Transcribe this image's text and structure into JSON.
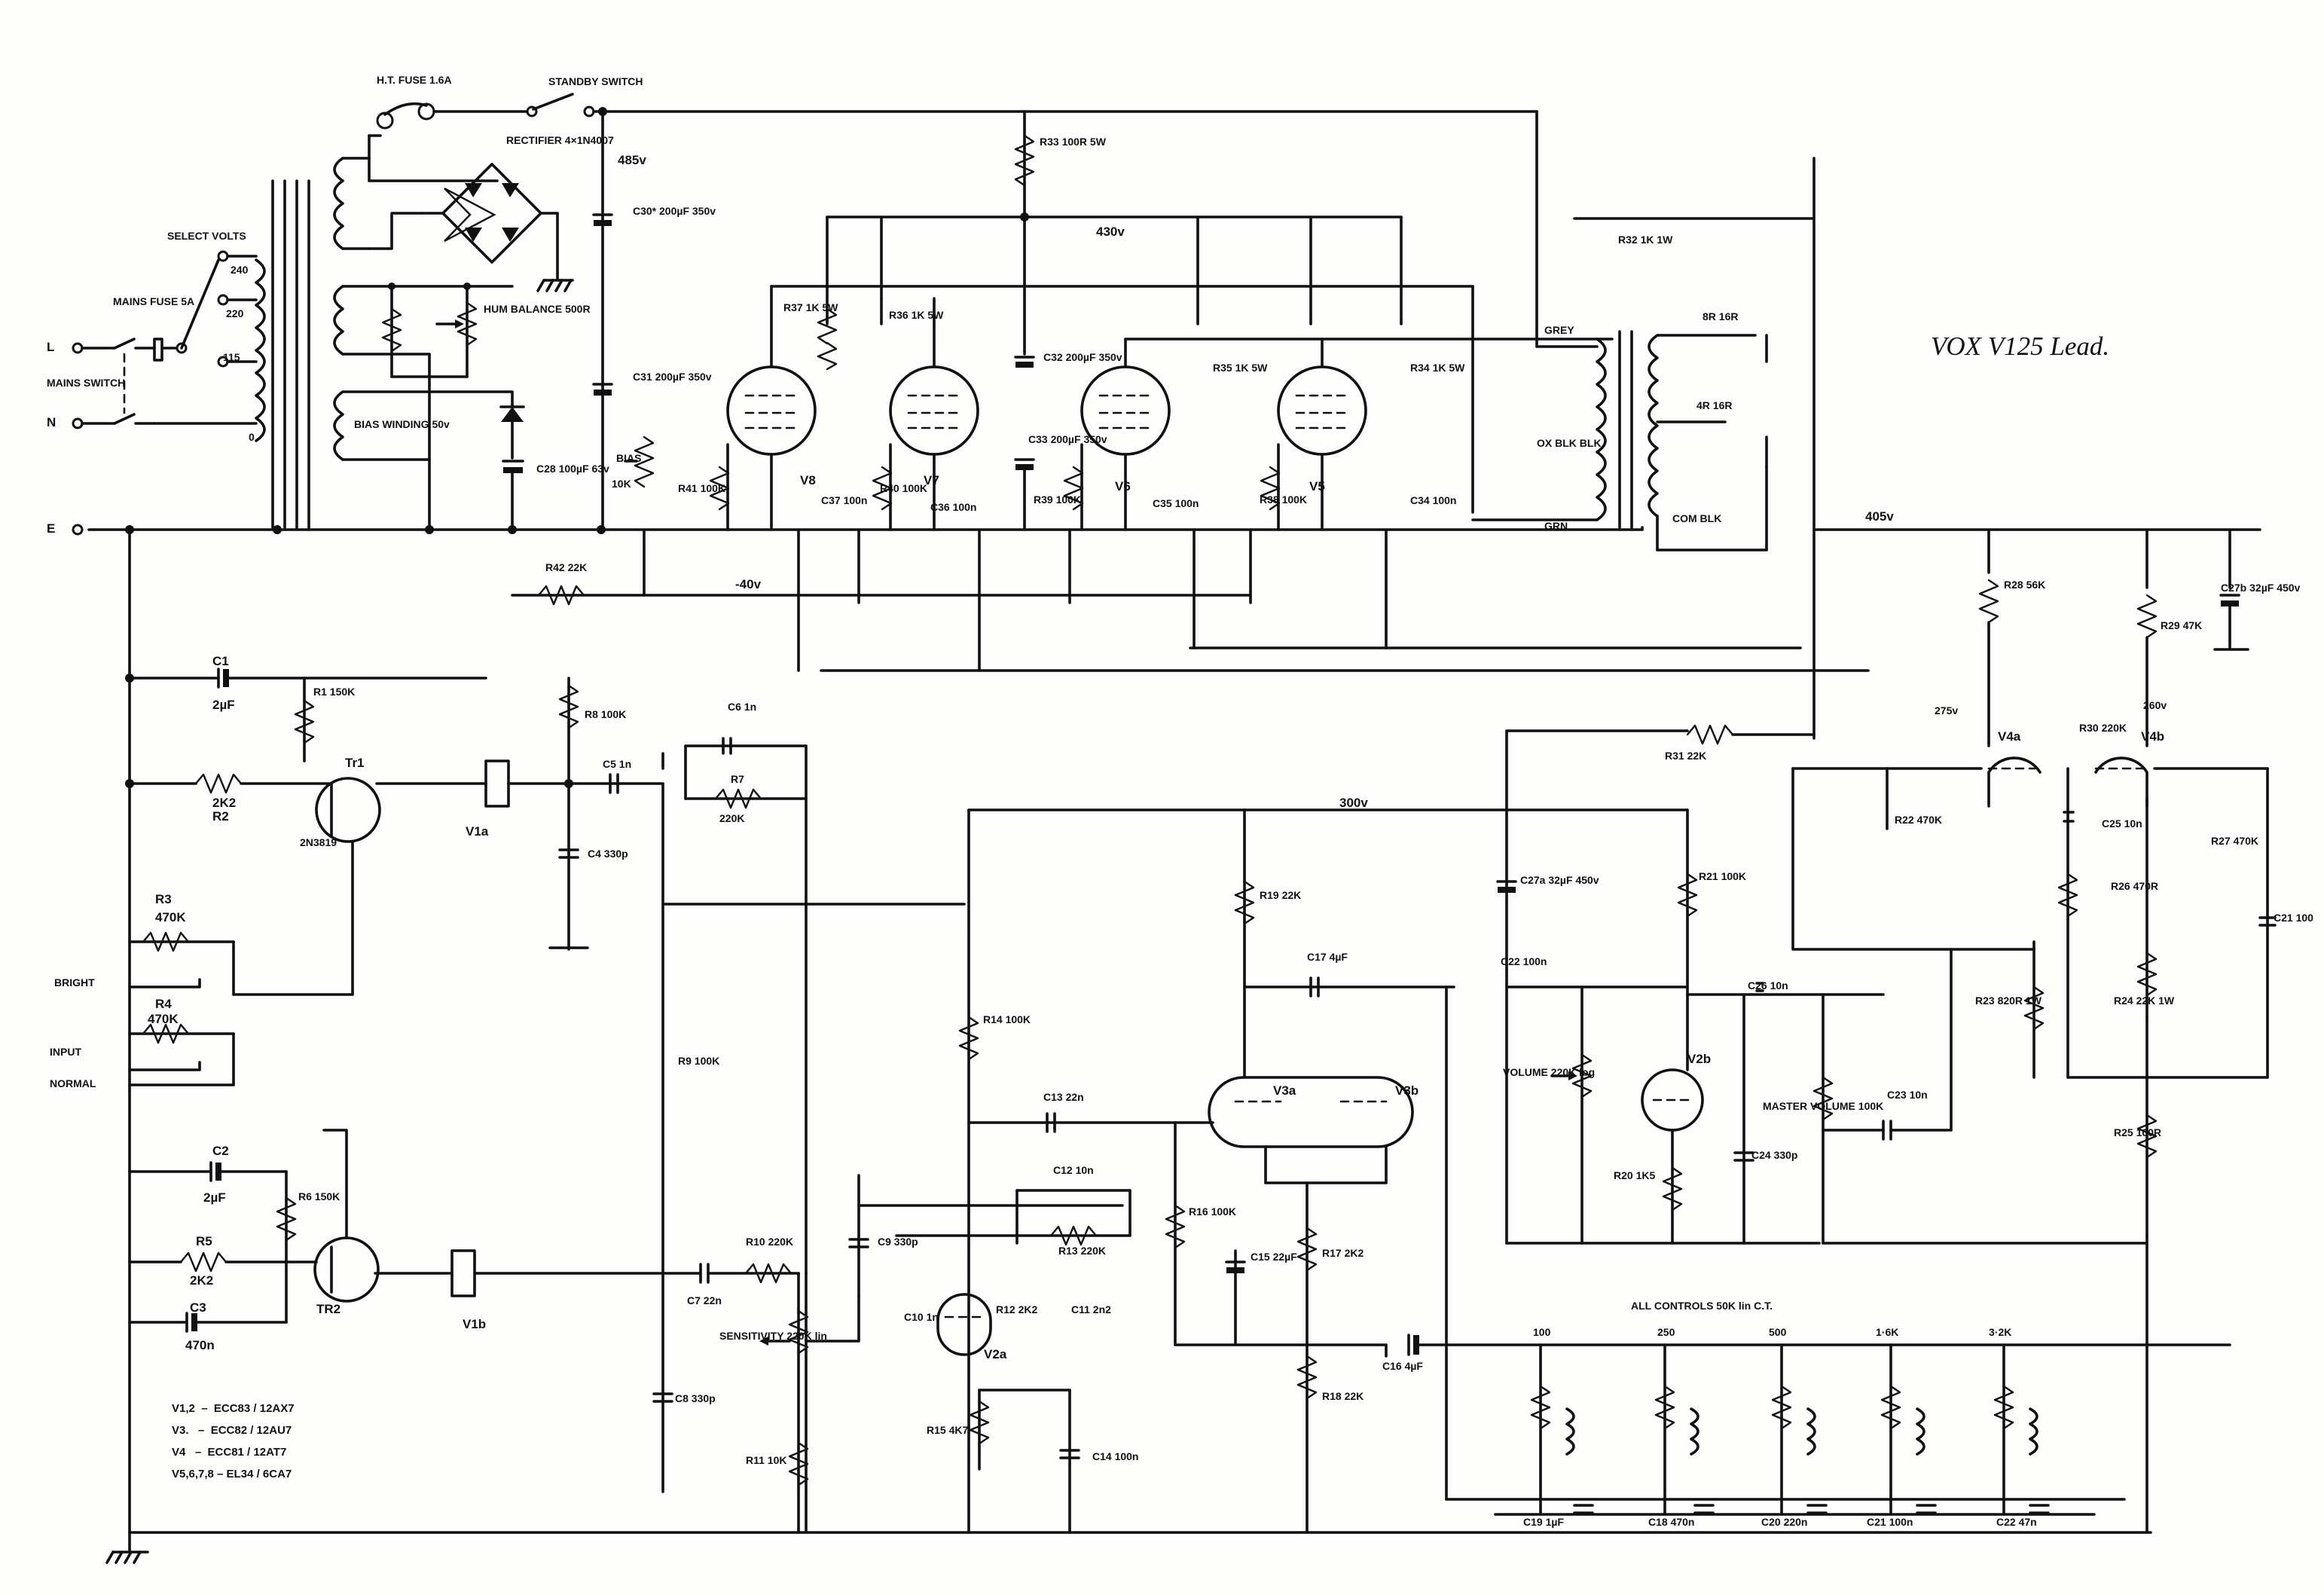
{
  "title": "VOX V125 Lead.",
  "labels": {
    "ht_fuse": "H.T. FUSE 1.6A",
    "standby_switch": "STANDBY SWITCH",
    "rectifier": "RECTIFIER 4×1N4007",
    "v485": "485v",
    "select_volts": "SELECT VOLTS",
    "tap_240": "240",
    "tap_220": "220",
    "tap_115": "115",
    "tap_0": "0",
    "mains_fuse": "MAINS FUSE 5A",
    "mains_switch": "MAINS SWITCH",
    "term_l": "L",
    "term_n": "N",
    "term_e": "E",
    "hum_balance": "HUM BALANCE 500R",
    "bias_winding": "BIAS WINDING 50v",
    "c30": "C30* 200µF 350v",
    "c31": "C31 200µF 350v",
    "c28": "C28 100µF 63v",
    "r33": "R33 100R 5W",
    "v430": "430v",
    "r32": "R32 1K 1W",
    "grey": "GREY",
    "grn": "GRN",
    "ox_blk": "OX BLK BLK",
    "out_8r": "8R 16R",
    "out_4r": "4R 16R",
    "com_blk": "COM BLK",
    "r37": "R37 1K 5W",
    "r36": "R36 1K 5W",
    "c32": "C32 200µF 350v",
    "c33": "C33 200µF 350v",
    "r35": "R35 1K 5W",
    "r34": "R34 1K 5W",
    "bias": "BIAS",
    "bias_10k": "10K",
    "r41": "R41 100K",
    "r40": "R40 100K",
    "r39": "R39 100K",
    "r38": "R38 100K",
    "v8": "V8",
    "v7": "V7",
    "v6": "V6",
    "v5": "V5",
    "c37": "C37 100n",
    "c36": "C36 100n",
    "c35": "C35 100n",
    "c34": "C34 100n",
    "r42": "R42 22K",
    "vminus40": "-40v",
    "v405": "405v",
    "r28": "R28 56K",
    "r29": "R29 47K",
    "c27b": "C27b 32µF 450v",
    "v275": "275v",
    "v260": "260v",
    "v4a": "V4a",
    "v4b": "V4b",
    "r30": "R30 220K",
    "r31": "R31 22K",
    "r22": "R22 470K",
    "c25": "C25 10n",
    "r27": "R27 470K",
    "r26": "R26 470R",
    "c21": "C21 100",
    "r23": "R23 820R 1W",
    "r24": "R24 22K 1W",
    "r25": "R25 100R",
    "c1": "C1",
    "c1_val": "2µF",
    "r1": "R1 150K",
    "tr1": "Tr1",
    "tr1_type": "2N3819",
    "r2": "R2",
    "r2_val": "2K2",
    "v1a": "V1a",
    "r8": "R8 100K",
    "c5": "C5 1n",
    "c4": "C4 330p",
    "c6": "C6 1n",
    "r7": "R7",
    "r7_val": "220K",
    "v300": "300v",
    "r3": "R3",
    "r3_val": "470K",
    "bright": "BRIGHT",
    "r4": "R4",
    "r4_val": "470K",
    "input": "INPUT",
    "normal": "NORMAL",
    "c2": "C2",
    "c2_val": "2µF",
    "r6": "R6 150K",
    "r5": "R5",
    "r5_val": "2K2",
    "c3": "C3",
    "c3_val": "470n",
    "tr2": "TR2",
    "v1b": "V1b",
    "r9": "R9 100K",
    "c7": "C7 22n",
    "r10": "R10 220K",
    "sensitivity": "SENSITIVITY 220K lin",
    "c8": "C8 330p",
    "r11": "R11 10K",
    "r14": "R14 100K",
    "r19": "R19 22K",
    "c17": "C17 4µF",
    "c13": "C13 22n",
    "v3a": "V3a",
    "v3b": "V3b",
    "c12": "C12 10n",
    "r13": "R13 220K",
    "c9": "C9 330p",
    "c10": "C10 1n",
    "r12": "R12 2K2",
    "c11": "C11 2n2",
    "v2a": "V2a",
    "r15": "R15 4K7",
    "c14": "C14 100n",
    "r16": "R16 100K",
    "c15": "C15 22µF",
    "r17": "R17 2K2",
    "r18": "R18 22K",
    "c16": "C16 4µF",
    "c27a": "C27a 32µF 450v",
    "c22": "C22 100n",
    "r21": "R21 100K",
    "volume": "VOLUME 220K log",
    "v2b": "V2b",
    "r20": "R20 1K5",
    "c26": "C26 10n",
    "c24": "C24 330p",
    "master_volume": "MASTER VOLUME 100K",
    "c23": "C23 10n",
    "all_controls": "ALL CONTROLS 50K lin C.T.",
    "eq_100": "100",
    "eq_250": "250",
    "eq_500": "500",
    "eq_1k6": "1·6K",
    "eq_3k2": "3·2K",
    "c19": "C19 1µF",
    "c18": "C18 470n",
    "c20": "C20 220n",
    "c21b": "C21 100n",
    "c22b": "C22 47n",
    "valve_list": "V1,2  –  ECC83 / 12AX7\nV3.   –  ECC82 / 12AU7\nV4   –  ECC81 / 12AT7\nV5,6,7,8 – EL34 / 6CA7"
  }
}
